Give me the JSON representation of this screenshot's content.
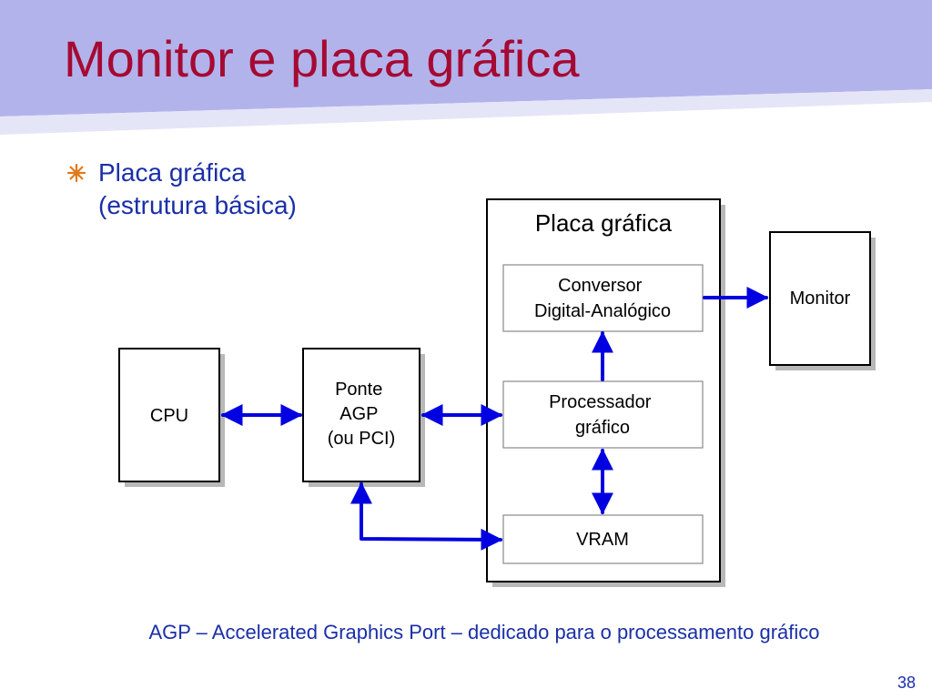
{
  "slide": {
    "title": "Monitor e placa gráfica",
    "page_number": "38",
    "footnote": "AGP – Accelerated Graphics Port – dedicado para o processamento gráfico"
  },
  "bullet": {
    "lines": [
      "Placa gráfica",
      "(estrutura básica)"
    ]
  },
  "diagram": {
    "container_label": "Placa gráfica",
    "boxes": {
      "cpu": [
        "CPU"
      ],
      "bridge": [
        "Ponte",
        "AGP",
        "(ou PCI)"
      ],
      "monitor": [
        "Monitor"
      ],
      "dac": [
        "Conversor",
        "Digital-Analógico"
      ],
      "gpu": [
        "Processador",
        "gráfico"
      ],
      "vram": [
        "VRAM"
      ]
    }
  },
  "colors": {
    "title": "#a50a32",
    "text": "#1a2fa8",
    "arrow": "#0000e0",
    "header": "#b3b3ec"
  }
}
